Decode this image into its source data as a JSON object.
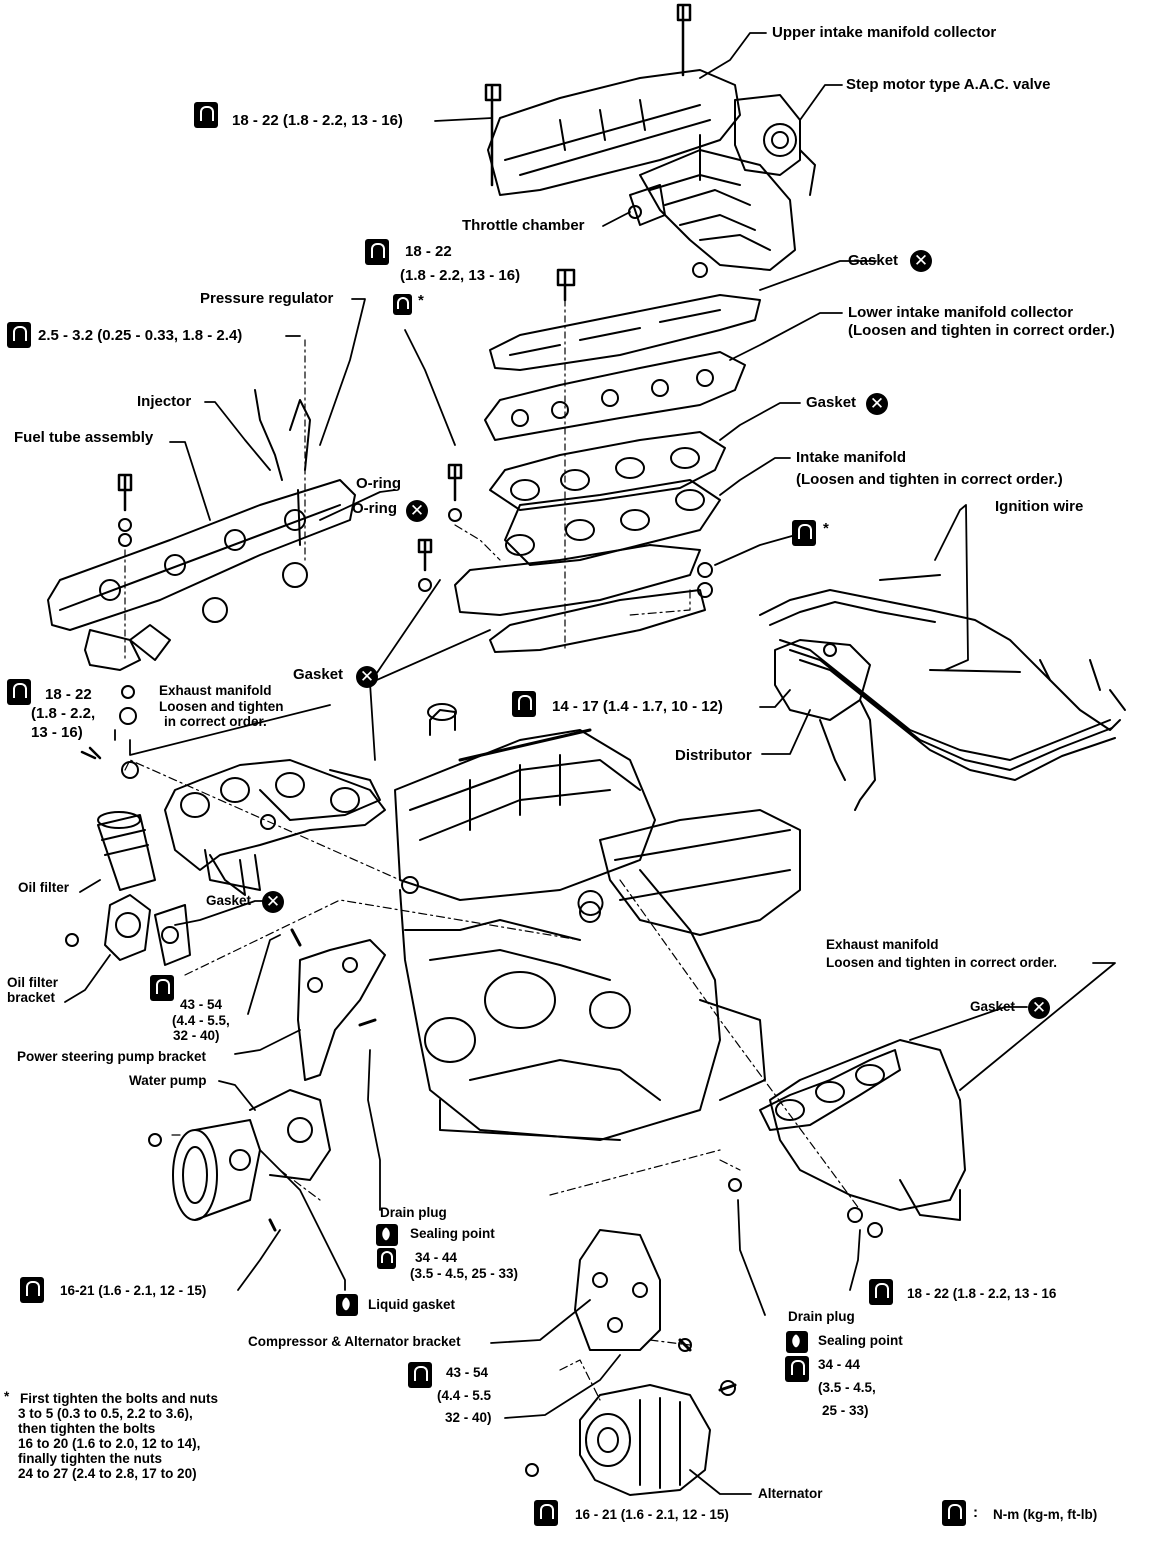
{
  "labels": {
    "upper_intake": "Upper intake manifold collector",
    "step_motor": "Step motor type A.A.C. valve",
    "torque_upper": "18 - 22 (1.8 - 2.2, 13 - 16)",
    "throttle": "Throttle chamber",
    "torque_1822_a_l1": "18 - 22",
    "torque_1822_a_l2": "(1.8 - 2.2, 13 - 16)",
    "gasket_1": "Gasket",
    "pressure_reg": "Pressure regulator",
    "lower_intake_l1": "Lower intake manifold collector",
    "lower_intake_l2": "(Loosen and tighten in correct order.)",
    "torque_fuel": "2.5 - 3.2 (0.25 - 0.33, 1.8 - 2.4)",
    "injector": "Injector",
    "gasket_2": "Gasket",
    "fuel_tube": "Fuel tube assembly",
    "intake_l1": "Intake manifold",
    "intake_l2": "(Loosen and tighten in correct order.)",
    "oring_1": "O-ring",
    "oring_2": "O-ring",
    "ignition_wire": "Ignition  wire",
    "gasket_3": "Gasket",
    "torque_ex_l1": "18 - 22",
    "torque_ex_l2": "(1.8 - 2.2,",
    "torque_ex_l3": "13 - 16)",
    "ex_manifold_l1": "Exhaust manifold",
    "ex_manifold_l2": "Loosen and tighten",
    "ex_manifold_l3": "in correct order.",
    "torque_dist": "14 - 17 (1.4 - 1.7, 10 - 12)",
    "distributor": "Distributor",
    "oil_filter": "Oil filter",
    "gasket_4": "Gasket",
    "oil_filter_bracket_l1": "Oil filter",
    "oil_filter_bracket_l2": "bracket",
    "torque_4354_l1": "43 - 54",
    "torque_4354_l2": "(4.4 - 5.5,",
    "torque_4354_l3": "32 - 40)",
    "ps_bracket": "Power steering pump bracket",
    "water_pump": "Water pump",
    "ex_right_l1": "Exhaust manifold",
    "ex_right_l2": "Loosen and tighten in correct order.",
    "gasket_5": "Gasket",
    "drain_plug_1": "Drain plug",
    "sealing_point_1": "Sealing point",
    "torque_3444_a_l1": "34 - 44",
    "torque_3444_a_l2": "(3.5 - 4.5, 25 - 33)",
    "torque_wp": "16-21 (1.6 - 2.1, 12 - 15)",
    "liquid_gasket": "Liquid gasket",
    "torque_ex_right": "18 - 22 (1.8 - 2.2, 13 - 16",
    "drain_plug_2": "Drain plug",
    "sealing_point_2": "Sealing point",
    "torque_3444_b_l1": "34 - 44",
    "torque_3444_b_l2": "(3.5 - 4.5,",
    "torque_3444_b_l3": "25 - 33)",
    "comp_alt_bracket": "Compressor & Alternator bracket",
    "torque_4354_b_l1": "43 - 54",
    "torque_4354_b_l2": "(4.4 - 5.5",
    "torque_4354_b_l3": "32 - 40)",
    "alternator": "Alternator",
    "torque_alt": "16 - 21 (1.6 - 2.1, 12 - 15)",
    "legend_unit": "N-m (kg-m, ft-lb)",
    "legend_colon": ":",
    "star": "*",
    "x_symbol": "✕"
  },
  "footnote": {
    "star": "*",
    "line1": "First tighten the bolts and nuts",
    "line2": "3 to 5 (0.3 to 0.5, 2.2 to 3.6),",
    "line3": "then tighten the bolts",
    "line4": "16 to 20 (1.6 to 2.0, 12 to 14),",
    "line5": "finally tighten the nuts",
    "line6": "24 to 27 (2.4 to 2.8, 17 to 20)"
  }
}
